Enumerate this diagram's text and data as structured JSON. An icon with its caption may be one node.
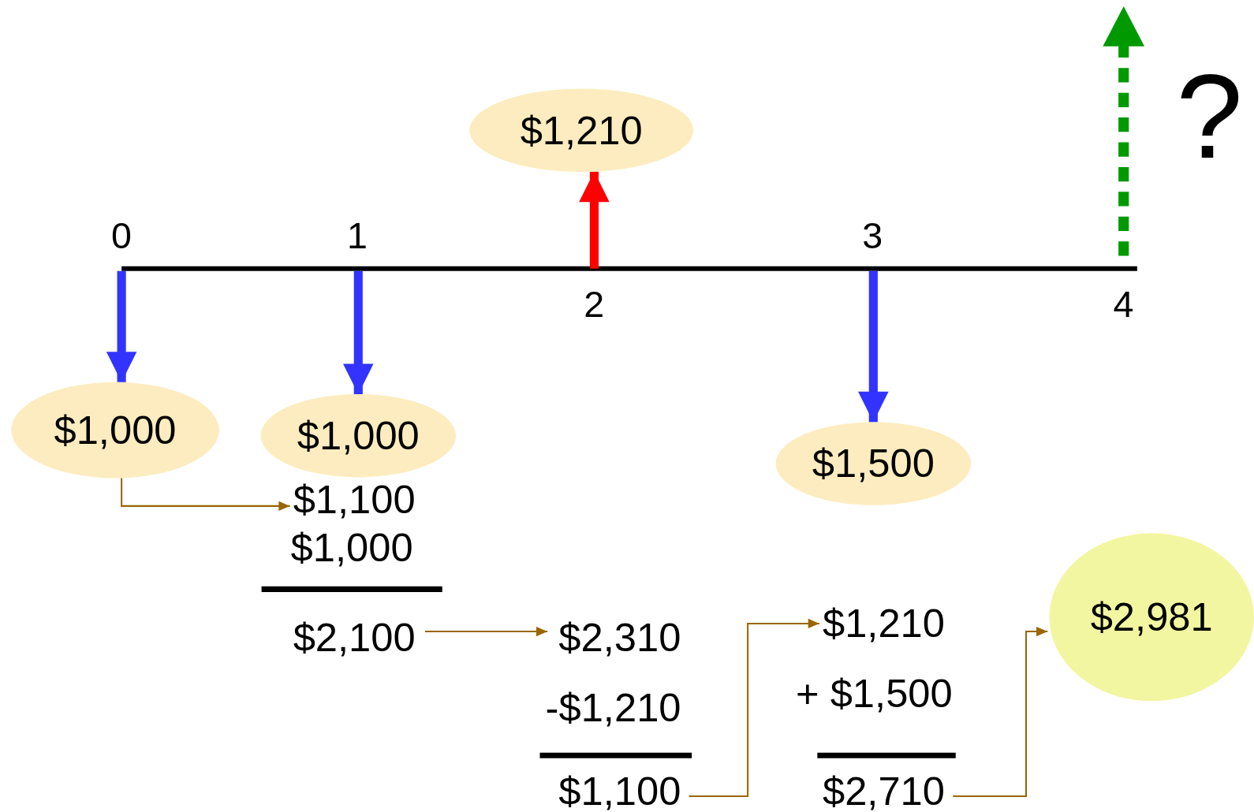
{
  "diagram": {
    "nodes": [
      {
        "text": [
          "$1,210"
        ]
      },
      {
        "text": [
          "$1,000"
        ]
      },
      {
        "text": [
          "$1,000"
        ]
      },
      {
        "text": [
          "$1,500"
        ]
      },
      {
        "text": [
          "$2,981"
        ]
      },
      {
        "text": [
          "$1,100"
        ]
      },
      {
        "text": [
          "$2,100"
        ]
      },
      {
        "text": [
          "$2,310"
        ]
      },
      {
        "text": [
          "$1,100"
        ]
      },
      {
        "text": [
          "$1,210"
        ]
      },
      {
        "text": [
          "$2,710"
        ]
      }
    ],
    "edges": [
      {
        "from": null,
        "to": 0,
        "arrow": "to",
        "style": "thick",
        "color": "#ff0000"
      },
      {
        "from": null,
        "to": 1,
        "arrow": "to",
        "style": "thick",
        "color": "#3333ff"
      },
      {
        "from": null,
        "to": 2,
        "arrow": "to",
        "style": "thick",
        "color": "#3333ff"
      },
      {
        "from": null,
        "to": 3,
        "arrow": "to",
        "style": "thick",
        "color": "#3333ff"
      },
      {
        "from": 1,
        "to": 5,
        "arrow": "to"
      },
      {
        "from": 6,
        "to": 7,
        "arrow": "to"
      },
      {
        "from": 8,
        "to": 9,
        "arrow": "to"
      },
      {
        "from": 10,
        "to": 4,
        "arrow": "to"
      }
    ],
    "labels": [
      "?",
      "0",
      "1",
      "3",
      "2",
      "4",
      "$1,000",
      "-$1,210",
      "+ $1,500"
    ]
  }
}
